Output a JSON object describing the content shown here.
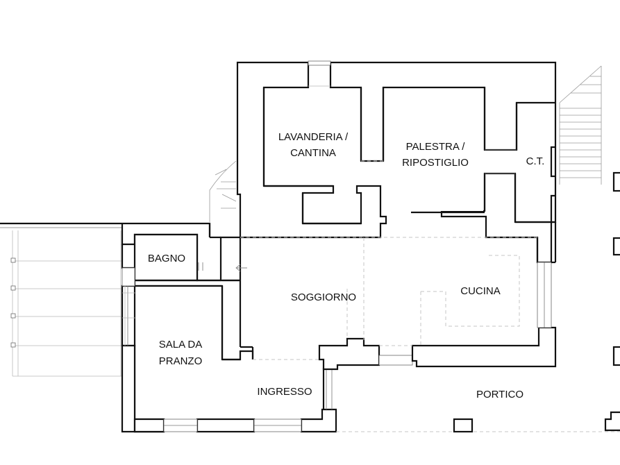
{
  "plan": {
    "rooms": {
      "lavanderia": {
        "line1": "LAVANDERIA /",
        "line2": "CANTINA"
      },
      "palestra": {
        "line1": "PALESTRA /",
        "line2": "RIPOSTIGLIO"
      },
      "ct": {
        "label": "C.T."
      },
      "bagno": {
        "label": "BAGNO"
      },
      "soggiorno": {
        "label": "SOGGIORNO"
      },
      "cucina": {
        "label": "CUCINA"
      },
      "sala": {
        "line1": "SALA DA",
        "line2": "PRANZO"
      },
      "ingresso": {
        "label": "INGRESSO"
      },
      "portico": {
        "label": "PORTICO"
      }
    }
  }
}
